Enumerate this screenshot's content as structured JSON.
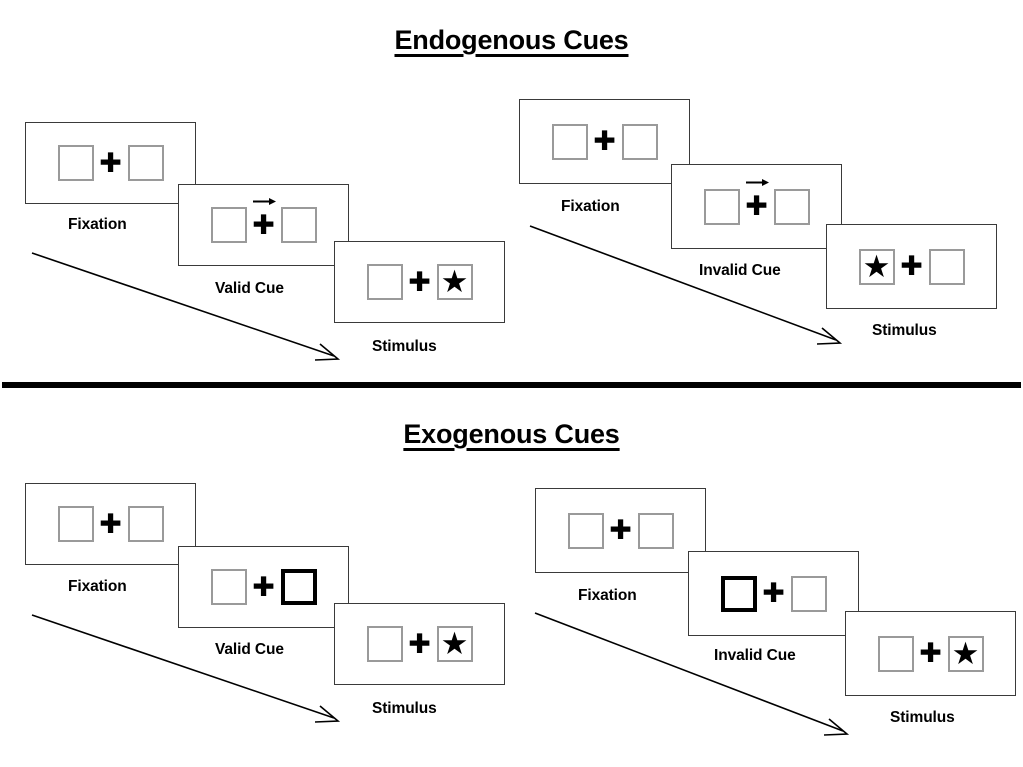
{
  "figure": {
    "type": "diagram",
    "description": "Posner spatial cueing paradigm trial sequences for endogenous and exogenous cues"
  },
  "sections": [
    {
      "id": "endogenous",
      "title": "Endogenous Cues",
      "columns": [
        {
          "id": "endogenous-valid",
          "frames": [
            {
              "caption": "Fixation",
              "left_box": {
                "style": "normal",
                "content": ""
              },
              "center": {
                "plus": "✚",
                "cue_arrow": "none"
              },
              "right_box": {
                "style": "normal",
                "content": ""
              }
            },
            {
              "caption": "Valid Cue",
              "left_box": {
                "style": "normal",
                "content": ""
              },
              "center": {
                "plus": "✚",
                "cue_arrow": "right"
              },
              "right_box": {
                "style": "normal",
                "content": ""
              }
            },
            {
              "caption": "Stimulus",
              "left_box": {
                "style": "normal",
                "content": ""
              },
              "center": {
                "plus": "✚",
                "cue_arrow": "none"
              },
              "right_box": {
                "style": "normal",
                "content": "★"
              }
            }
          ],
          "time_arrow_label": ""
        },
        {
          "id": "endogenous-invalid",
          "frames": [
            {
              "caption": "Fixation",
              "left_box": {
                "style": "normal",
                "content": ""
              },
              "center": {
                "plus": "✚",
                "cue_arrow": "none"
              },
              "right_box": {
                "style": "normal",
                "content": ""
              }
            },
            {
              "caption": "Invalid Cue",
              "left_box": {
                "style": "normal",
                "content": ""
              },
              "center": {
                "plus": "✚",
                "cue_arrow": "right"
              },
              "right_box": {
                "style": "normal",
                "content": ""
              }
            },
            {
              "caption": "Stimulus",
              "left_box": {
                "style": "normal",
                "content": "★"
              },
              "center": {
                "plus": "✚",
                "cue_arrow": "none"
              },
              "right_box": {
                "style": "normal",
                "content": ""
              }
            }
          ],
          "time_arrow_label": ""
        }
      ]
    },
    {
      "id": "exogenous",
      "title": "Exogenous Cues",
      "columns": [
        {
          "id": "exogenous-valid",
          "frames": [
            {
              "caption": "Fixation",
              "left_box": {
                "style": "normal",
                "content": ""
              },
              "center": {
                "plus": "✚",
                "cue_arrow": "none"
              },
              "right_box": {
                "style": "normal",
                "content": ""
              }
            },
            {
              "caption": "Valid Cue",
              "left_box": {
                "style": "normal",
                "content": ""
              },
              "center": {
                "plus": "✚",
                "cue_arrow": "none"
              },
              "right_box": {
                "style": "thick",
                "content": ""
              }
            },
            {
              "caption": "Stimulus",
              "left_box": {
                "style": "normal",
                "content": ""
              },
              "center": {
                "plus": "✚",
                "cue_arrow": "none"
              },
              "right_box": {
                "style": "normal",
                "content": "★"
              }
            }
          ],
          "time_arrow_label": ""
        },
        {
          "id": "exogenous-invalid",
          "frames": [
            {
              "caption": "Fixation",
              "left_box": {
                "style": "normal",
                "content": ""
              },
              "center": {
                "plus": "✚",
                "cue_arrow": "none"
              },
              "right_box": {
                "style": "normal",
                "content": ""
              }
            },
            {
              "caption": "Invalid Cue",
              "left_box": {
                "style": "thick",
                "content": ""
              },
              "center": {
                "plus": "✚",
                "cue_arrow": "none"
              },
              "right_box": {
                "style": "normal",
                "content": ""
              }
            },
            {
              "caption": "Stimulus",
              "left_box": {
                "style": "normal",
                "content": ""
              },
              "center": {
                "plus": "✚",
                "cue_arrow": "none"
              },
              "right_box": {
                "style": "normal",
                "content": "★"
              }
            }
          ],
          "time_arrow_label": ""
        }
      ]
    }
  ],
  "colors": {
    "box_border": "#9a9a9a",
    "thick_box_border": "#000000",
    "frame_border": "#3a3a3a",
    "text": "#000000",
    "divider": "#000000"
  }
}
